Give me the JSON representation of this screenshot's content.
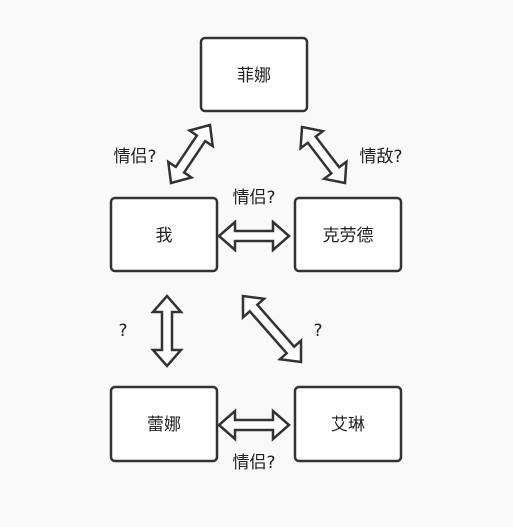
{
  "nodes": {
    "feina": "菲娜",
    "me": "我",
    "claude": "克劳德",
    "leina": "蕾娜",
    "ailin": "艾琳"
  },
  "edges": {
    "me_feina": "情侣?",
    "claude_feina": "情敌?",
    "me_claude": "情侣?",
    "me_leina": "?",
    "claude_ailin": "?",
    "leina_ailin": "情侣?"
  },
  "colors": {
    "background": "#f9f9f9",
    "box_fill": "#ffffff",
    "stroke": "#333333",
    "text": "#222222"
  },
  "icons": {
    "arrow": "double-headed-hollow-arrow"
  }
}
